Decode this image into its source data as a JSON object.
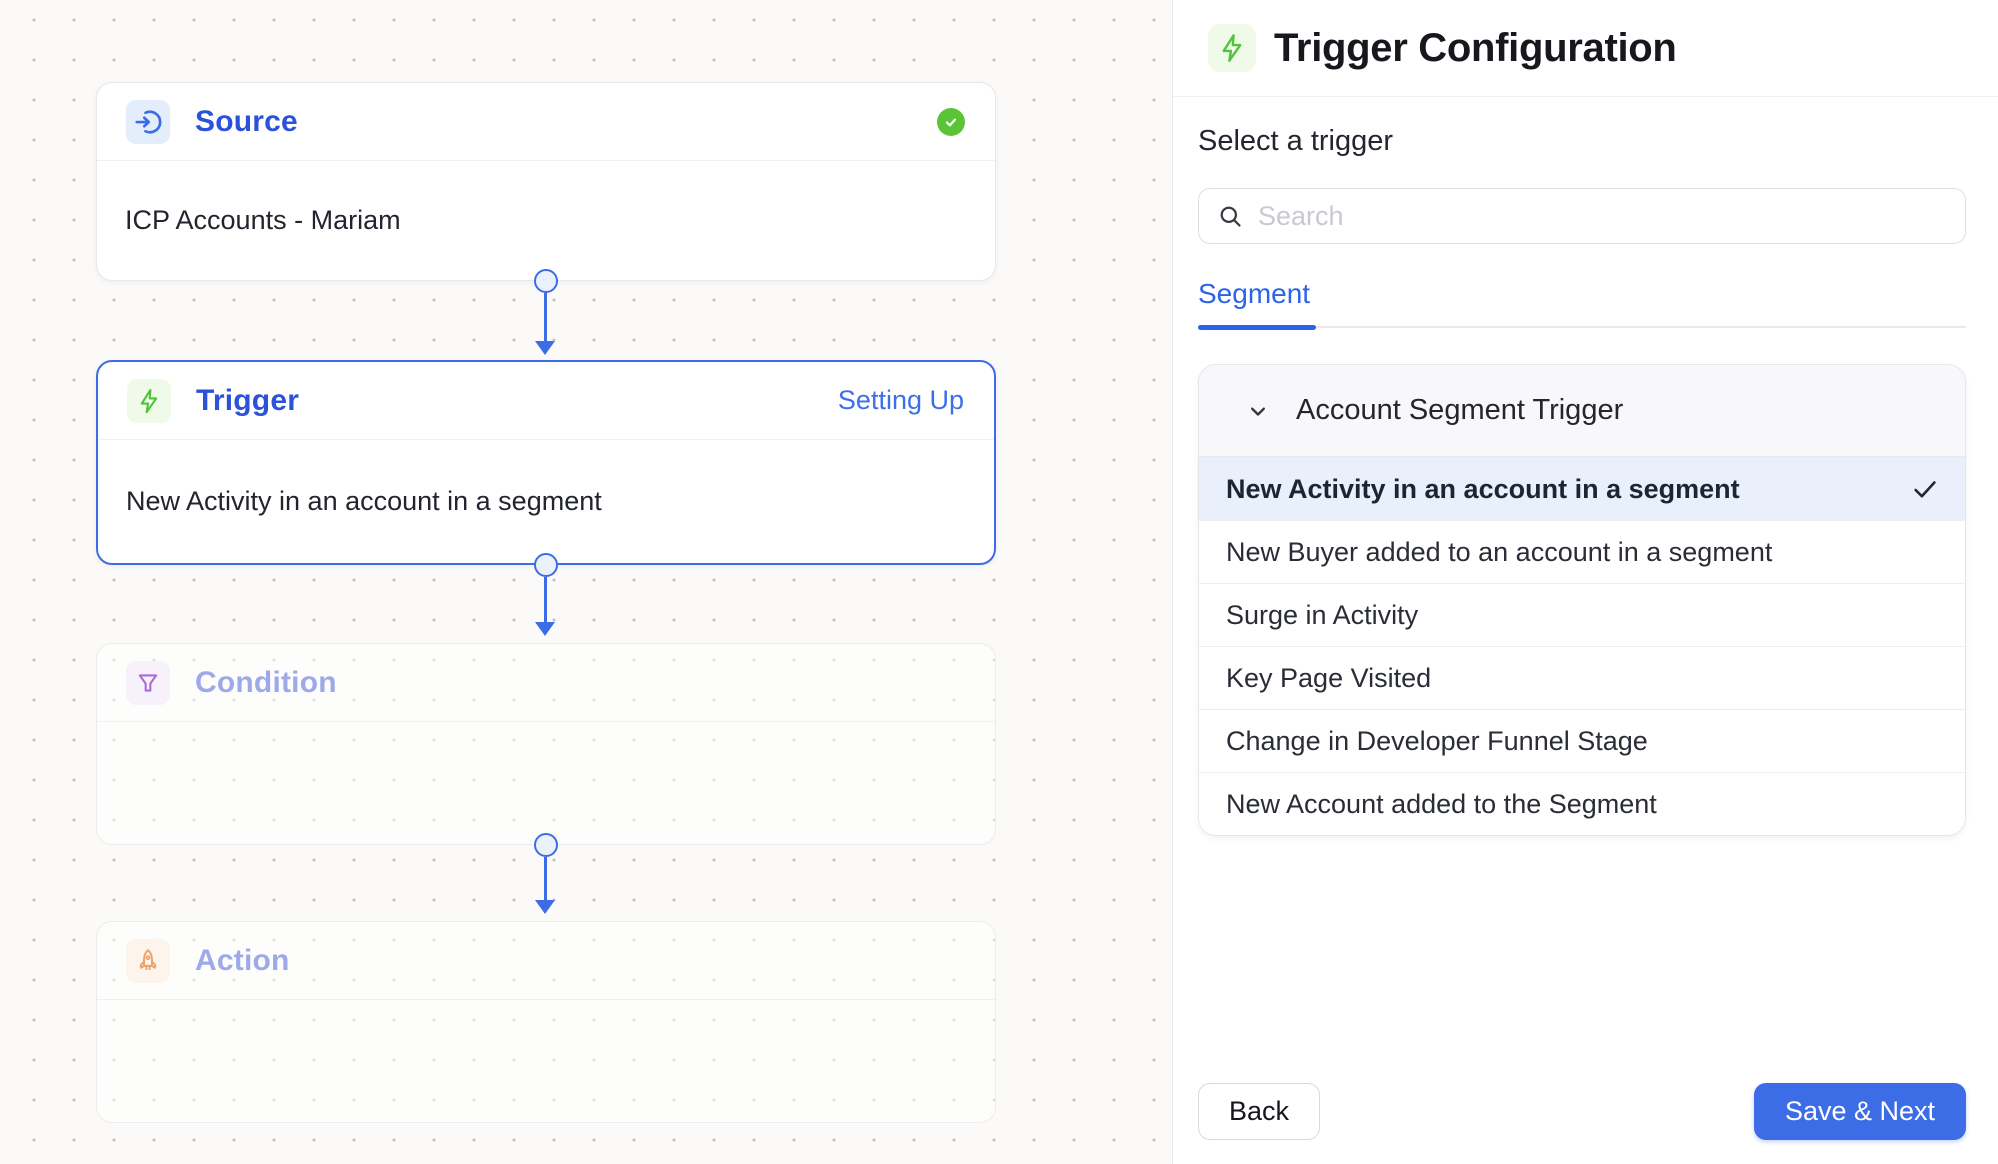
{
  "colors": {
    "accent_blue": "#3D6CE7",
    "node_title_blue": "#2B52DB",
    "success_green": "#5BC436",
    "trigger_green": "#4FC13B",
    "condition_purple": "#AB6BD6",
    "action_orange": "#EDA26F",
    "inactive_title": "#9DA9E9",
    "selected_row_bg": "#E9F0FC"
  },
  "canvas": {
    "nodes": [
      {
        "title": "Source",
        "icon": "import-icon",
        "status": "complete",
        "status_icon": "check-circle-icon",
        "body": "ICP Accounts - Mariam"
      },
      {
        "title": "Trigger",
        "icon": "lightning-icon",
        "status_label": "Setting Up",
        "body": "New Activity in an account in a segment",
        "selected": true
      },
      {
        "title": "Condition",
        "icon": "funnel-icon",
        "body": ""
      },
      {
        "title": "Action",
        "icon": "rocket-icon",
        "body": ""
      }
    ]
  },
  "panel": {
    "title": "Trigger Configuration",
    "subtitle": "Select a trigger",
    "search": {
      "placeholder": "Search",
      "value": ""
    },
    "tabs": [
      {
        "label": "Segment",
        "active": true
      }
    ],
    "group_header": {
      "label": "Account Segment Trigger",
      "expanded": true
    },
    "options": [
      {
        "label": "New Activity in an account in a segment",
        "selected": true
      },
      {
        "label": "New Buyer added to an account in a segment",
        "selected": false
      },
      {
        "label": "Surge in Activity",
        "selected": false
      },
      {
        "label": "Key Page Visited",
        "selected": false
      },
      {
        "label": "Change in Developer Funnel Stage",
        "selected": false
      },
      {
        "label": "New Account added to the Segment",
        "selected": false
      }
    ],
    "footer": {
      "back_label": "Back",
      "save_label": "Save & Next"
    }
  }
}
